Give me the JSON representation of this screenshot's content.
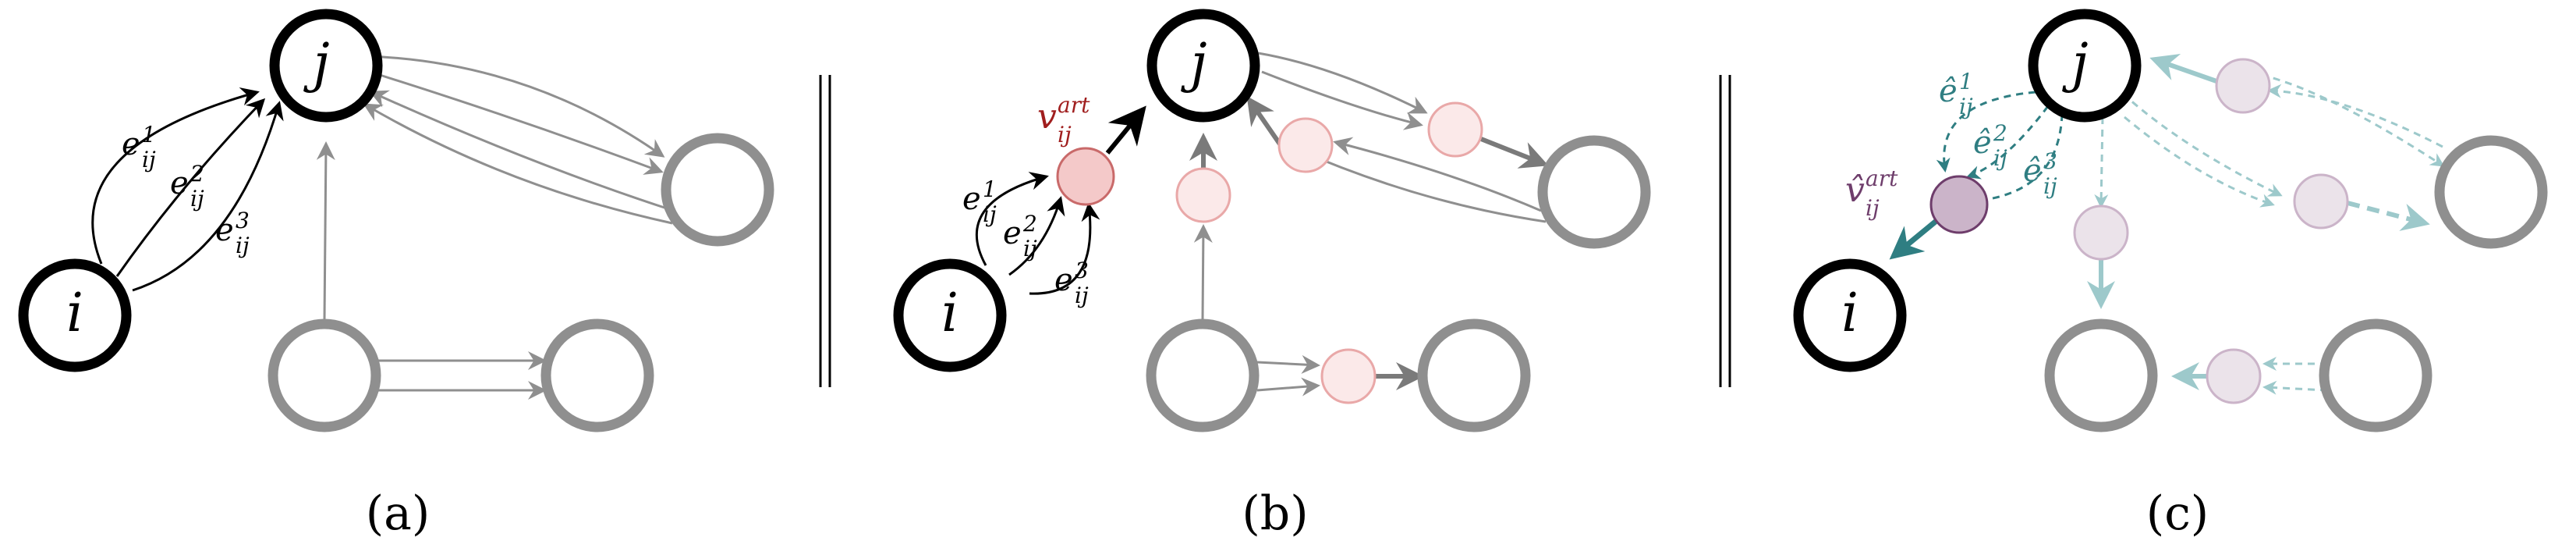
{
  "colors": {
    "node_main": "#000000",
    "node_gray": "#8f8f8f",
    "artificial_node_b": "#f4c9c9",
    "artificial_node_b_light": "#fbe9e9",
    "artificial_node_b_stroke": "#e9a8a8",
    "artificial_label_b": "#a01e1e",
    "artificial_node_c": "#cbb4c9",
    "artificial_node_c_light": "#ebe3ea",
    "artificial_label_c": "#6e3d6b",
    "teal": "#2f7e82",
    "teal_light": "#9dc9cb"
  },
  "panels": [
    {
      "caption": "(a)",
      "node_i_label": "i",
      "node_j_label": "j",
      "edges": [
        {
          "base": "e",
          "sup": "1",
          "sub": "ij"
        },
        {
          "base": "e",
          "sup": "2",
          "sub": "ij"
        },
        {
          "base": "e",
          "sup": "3",
          "sub": "ij"
        }
      ]
    },
    {
      "caption": "(b)",
      "node_i_label": "i",
      "node_j_label": "j",
      "artificial_node": {
        "base": "v",
        "sup": "art",
        "sub": "ij"
      },
      "edges": [
        {
          "base": "e",
          "sup": "1",
          "sub": "ij"
        },
        {
          "base": "e",
          "sup": "2",
          "sub": "ij"
        },
        {
          "base": "e",
          "sup": "3",
          "sub": "ij"
        }
      ]
    },
    {
      "caption": "(c)",
      "node_i_label": "i",
      "node_j_label": "j",
      "artificial_node": {
        "base": "v̂",
        "sup": "art",
        "sub": "ij"
      },
      "edges": [
        {
          "base": "ê",
          "sup": "1",
          "sub": "ij"
        },
        {
          "base": "ê",
          "sup": "2",
          "sub": "ij"
        },
        {
          "base": "ê",
          "sup": "3",
          "sub": "ij"
        }
      ]
    }
  ]
}
